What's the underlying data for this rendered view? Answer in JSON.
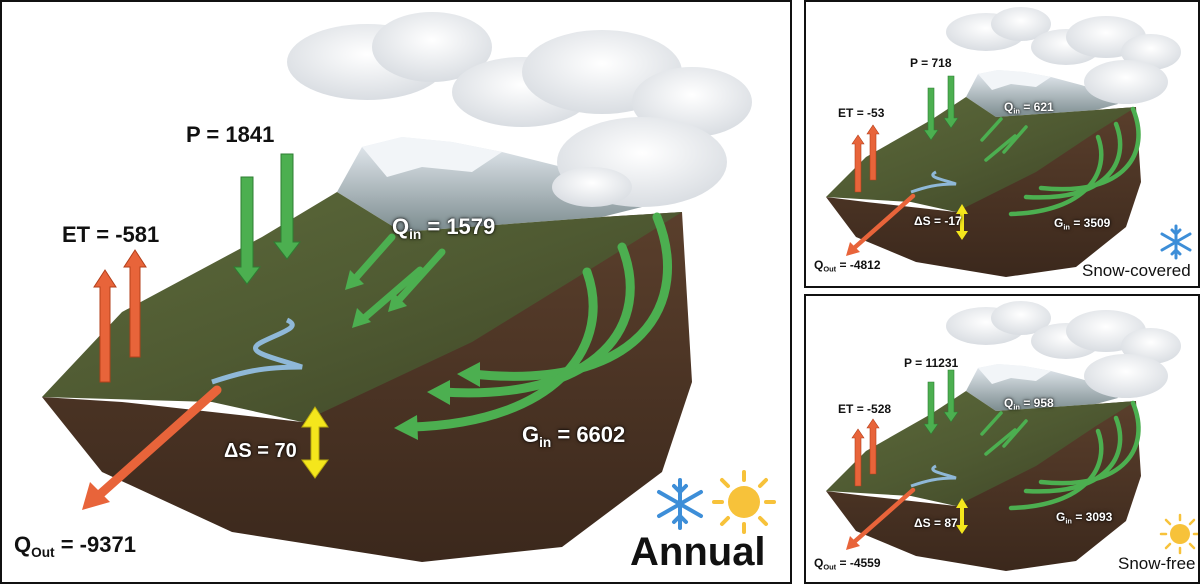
{
  "main": {
    "title": "Annual",
    "P": {
      "sym": "P",
      "value": "= 1841"
    },
    "ET": {
      "sym": "ET",
      "value": "= -581"
    },
    "Qin": {
      "sym": "Q",
      "sub": "in",
      "value": "=  1579"
    },
    "Gin": {
      "sym": "G",
      "sub": "in",
      "value": "= 6602"
    },
    "dS": {
      "sym": "ΔS",
      "value": "= 70"
    },
    "Qout": {
      "sym": "Q",
      "sub": "Out",
      "value": "=  -9371"
    }
  },
  "snow_covered": {
    "title": "Snow-covered",
    "P": {
      "sym": "P",
      "value": "= 718"
    },
    "ET": {
      "sym": "ET",
      "value": "= -53"
    },
    "Qin": {
      "sym": "Q",
      "sub": "in",
      "value": "=  621"
    },
    "Gin": {
      "sym": "G",
      "sub": "in",
      "value": "= 3509"
    },
    "dS": {
      "sym": "ΔS",
      "value": "= -17"
    },
    "Qout": {
      "sym": "Q",
      "sub": "Out",
      "value": "= -4812"
    }
  },
  "snow_free": {
    "title": "Snow-free",
    "P": {
      "sym": "P",
      "value": "= 11231"
    },
    "ET": {
      "sym": "ET",
      "value": "= -528"
    },
    "Qin": {
      "sym": "Q",
      "sub": "in",
      "value": "=  958"
    },
    "Gin": {
      "sym": "G",
      "sub": "in",
      "value": "= 3093"
    },
    "dS": {
      "sym": "ΔS",
      "value": "= 87"
    },
    "Qout": {
      "sym": "Q",
      "sub": "Out",
      "value": "= -4559"
    }
  },
  "colors": {
    "inflow_arrow": "#4caf50",
    "et_arrow": "#e8643a",
    "qout_arrow": "#e8643a",
    "storage_arrow": "#f4e61c",
    "soil": "#4a3426",
    "ground": "#4f5a32",
    "snowflake": "#3d8ed8",
    "sun": "#f7c23a"
  },
  "icons": [
    "snowflake-icon",
    "sun-icon",
    "cloud-icon",
    "mountain-icon"
  ]
}
